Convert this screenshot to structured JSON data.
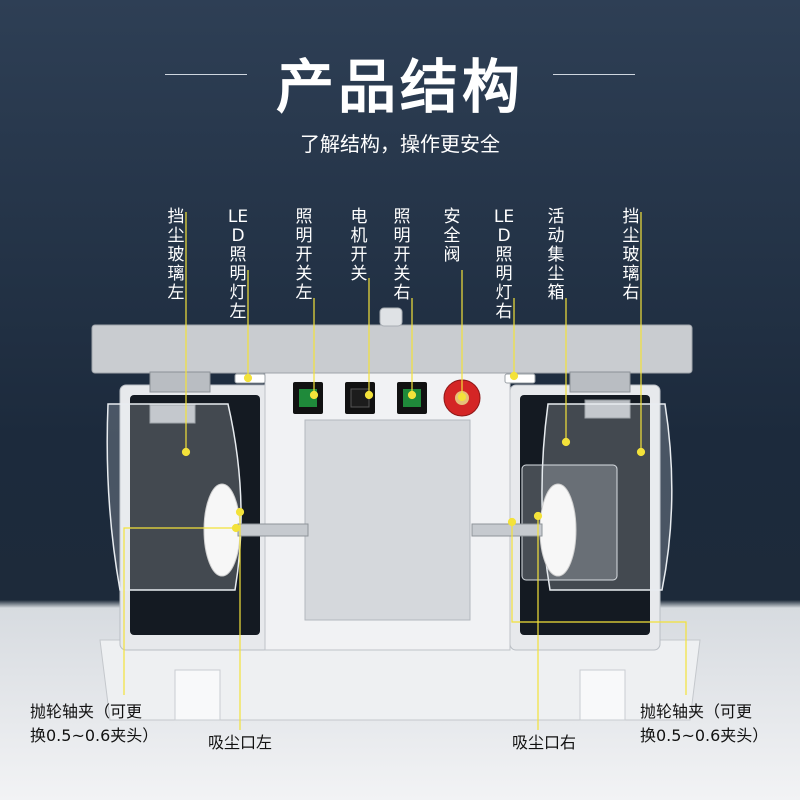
{
  "header": {
    "title": "产品结构",
    "subtitle": "了解结构，操作更安全"
  },
  "labels": {
    "top": [
      "挡尘玻璃左",
      "LED照明灯左",
      "照明开关左",
      "电机开关",
      "照明开关右",
      "安全阀",
      "LED照明灯右",
      "活动集尘箱",
      "挡尘玻璃右"
    ],
    "bottom_left_clamp": [
      "抛轮轴夹（可更",
      "换0.5~0.6夹头）"
    ],
    "bottom_right_clamp": [
      "抛轮轴夹（可更",
      "换0.5~0.6夹头）"
    ],
    "suction_left": "吸尘口左",
    "suction_right": "吸尘口右"
  },
  "colors": {
    "background_dark": "#1f2d3f",
    "leader_line": "#f3e23a",
    "switch_green": "#1f8a3a",
    "safety_valve": "#d42525"
  },
  "icons": [
    "led-light-icon",
    "switch-icon",
    "safety-valve-icon"
  ]
}
